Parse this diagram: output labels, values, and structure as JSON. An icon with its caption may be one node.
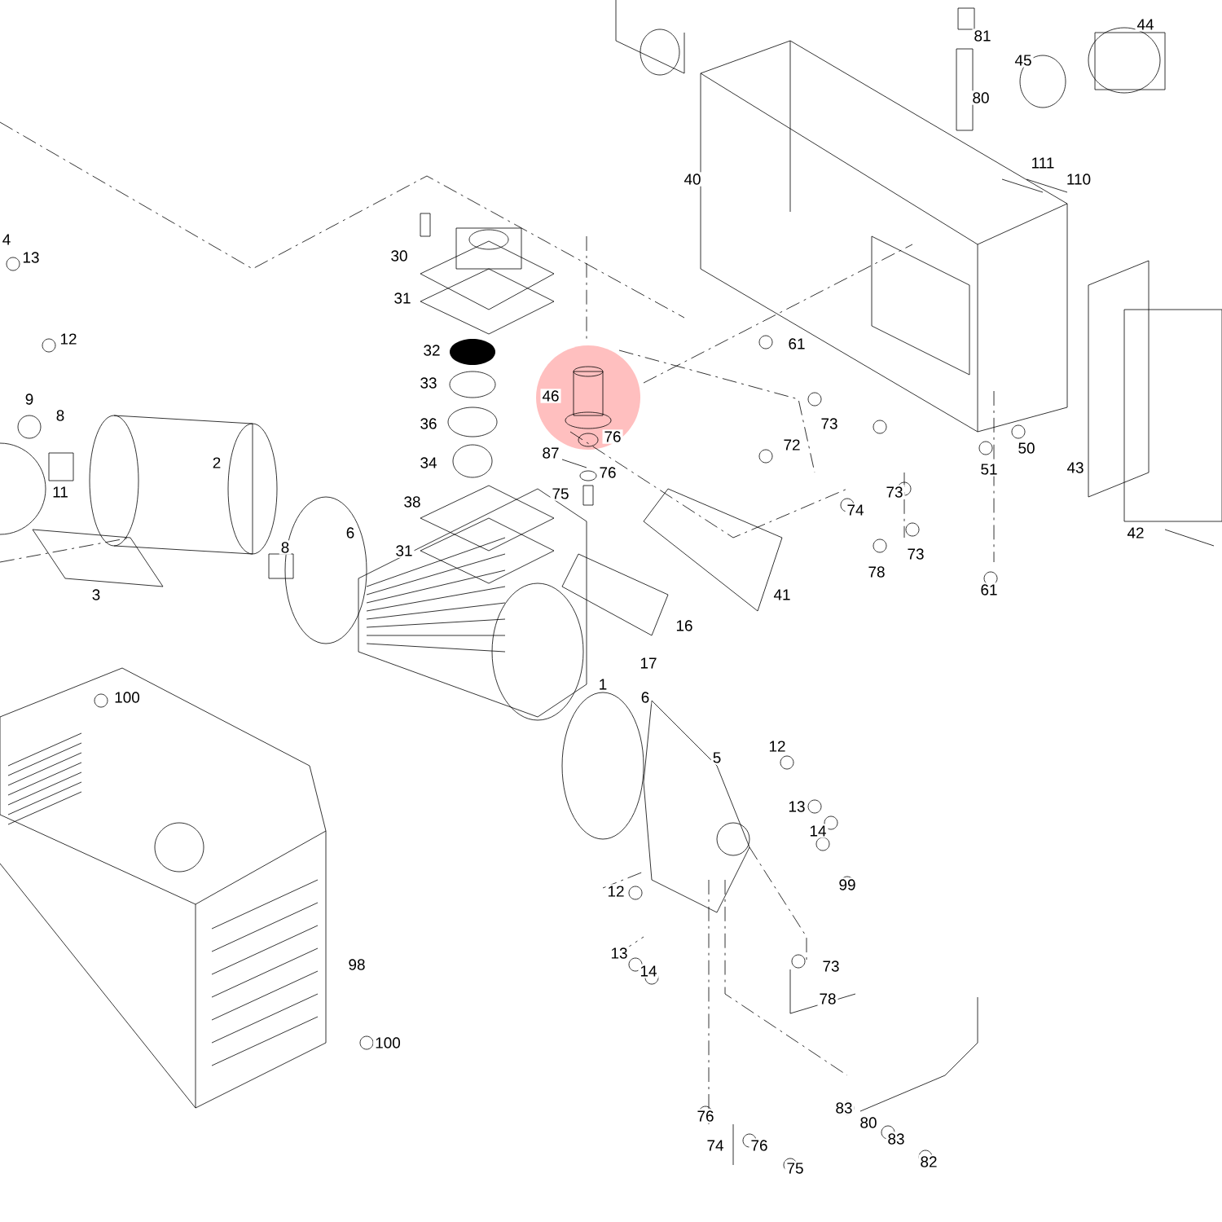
{
  "diagram": {
    "labels": [
      "81",
      "44",
      "45",
      "80",
      "40",
      "111",
      "110",
      "4",
      "13",
      "30",
      "31",
      "12",
      "61",
      "32",
      "46",
      "76",
      "33",
      "72",
      "73",
      "9",
      "8",
      "36",
      "50",
      "51",
      "87",
      "76",
      "2",
      "34",
      "11",
      "75",
      "73",
      "74",
      "43",
      "38",
      "8",
      "6",
      "31",
      "42",
      "3",
      "73",
      "78",
      "41",
      "61",
      "16",
      "17",
      "1",
      "100",
      "6",
      "5",
      "12",
      "13",
      "14",
      "99",
      "12",
      "13",
      "14",
      "73",
      "78",
      "98",
      "100",
      "76",
      "83",
      "80",
      "83",
      "74",
      "76",
      "75",
      "82"
    ]
  }
}
